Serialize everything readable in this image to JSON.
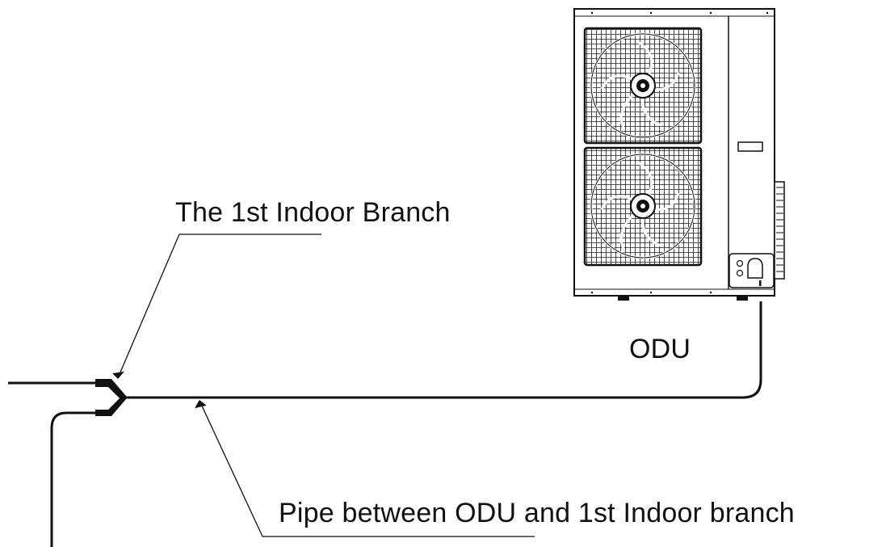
{
  "labels": {
    "first_branch": "The 1st Indoor Branch",
    "odu": "ODU",
    "pipe": "Pipe between ODU and 1st Indoor branch"
  },
  "colors": {
    "line": "#111111",
    "background": "#ffffff",
    "unit_body": "#ffffff",
    "fan_grille": "#1a1a1a"
  },
  "icons": {
    "outdoor_unit": "air-conditioner-outdoor-unit-icon",
    "branch_joint": "y-branch-joint-icon"
  }
}
